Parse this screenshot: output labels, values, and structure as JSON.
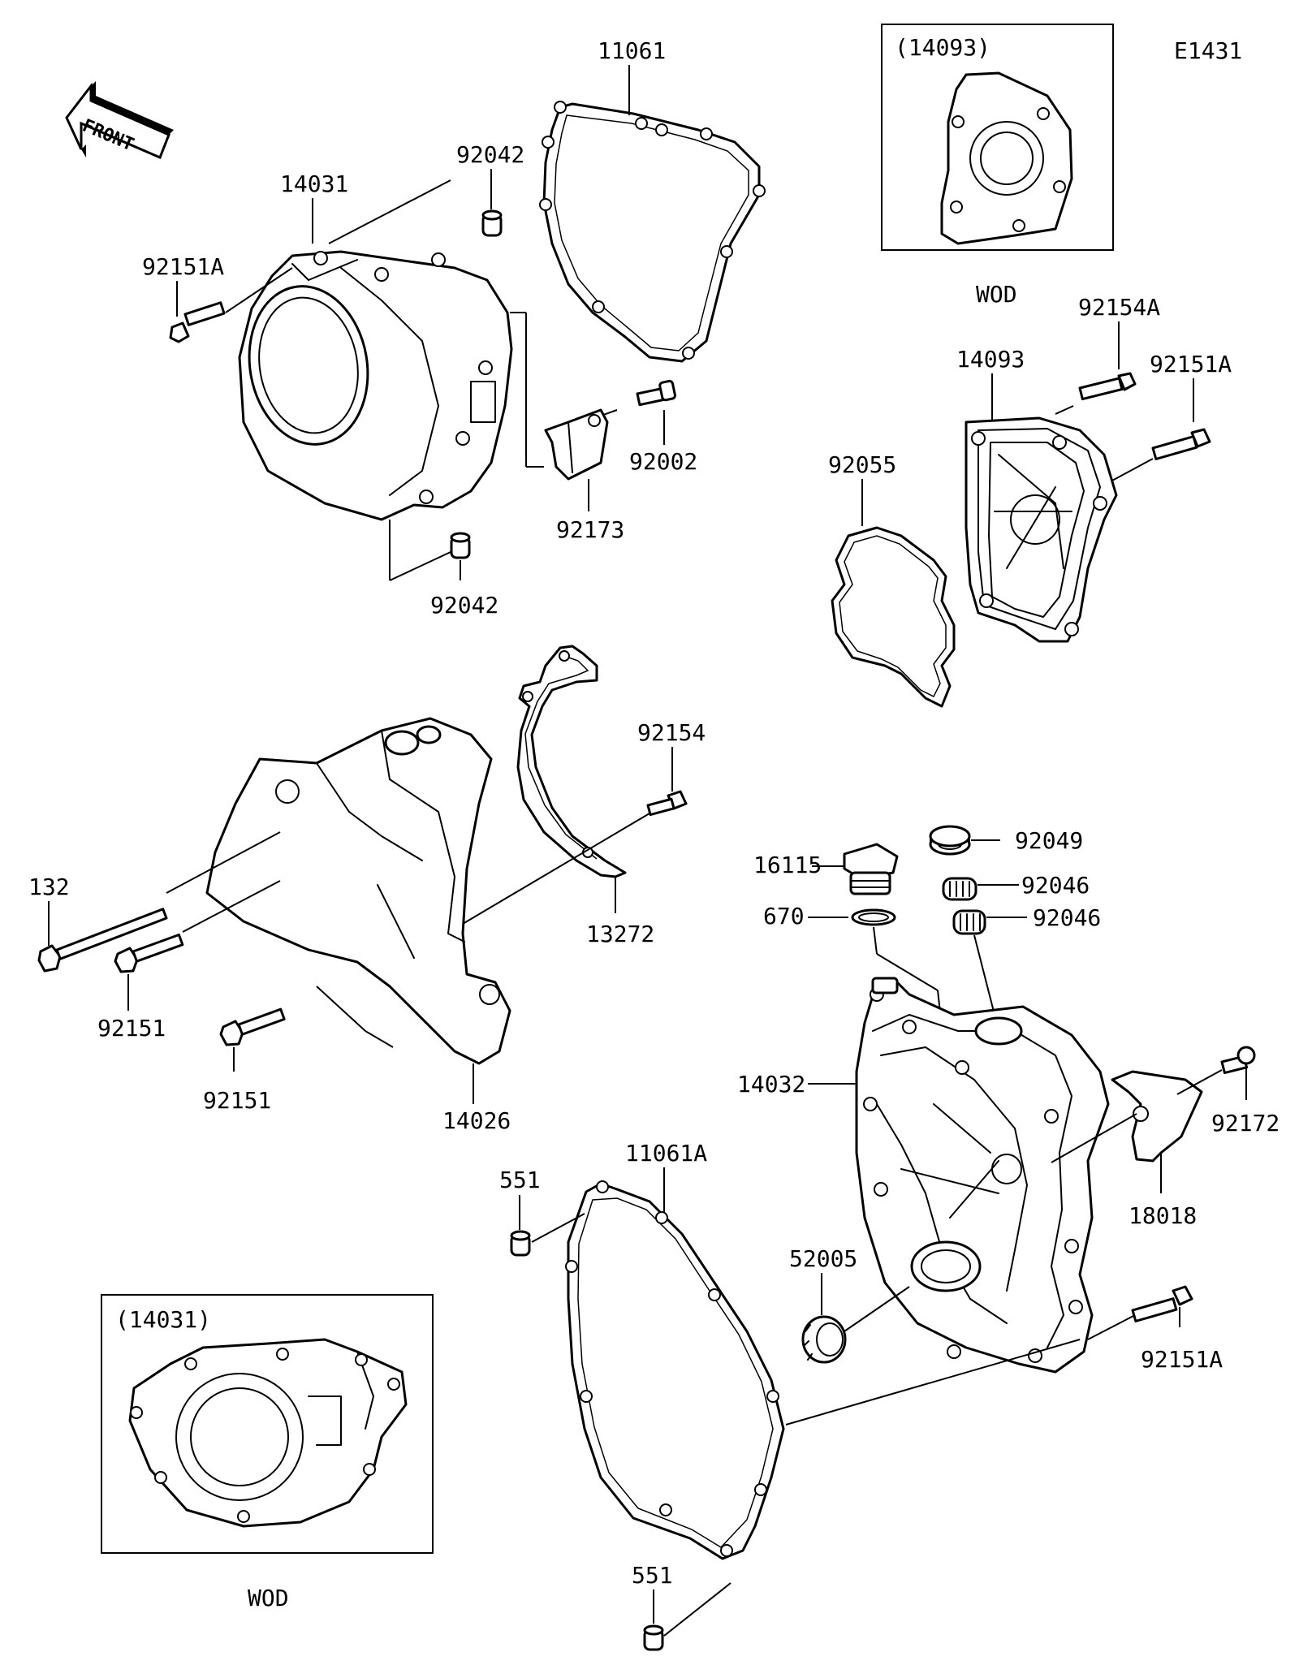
{
  "diagram": {
    "code": "E1431",
    "front_label": "FRONT",
    "labels": {
      "p11061": "11061",
      "p11061A": "11061A",
      "p14093_box": "(14093)",
      "p14093": "14093",
      "p14031": "14031",
      "p14031_box": "(14031)",
      "p92042_top": "92042",
      "p92042_bot": "92042",
      "p92151A_l": "92151A",
      "p92151A_r": "92151A",
      "p92151A_b": "92151A",
      "p92154A": "92154A",
      "p92002": "92002",
      "p92173": "92173",
      "p92055": "92055",
      "p92154": "92154",
      "p132": "132",
      "p13272": "13272",
      "p92151_a": "92151",
      "p92151_b": "92151",
      "p14026": "14026",
      "p16115": "16115",
      "p670": "670",
      "p92049": "92049",
      "p92046_a": "92046",
      "p92046_b": "92046",
      "p14032": "14032",
      "p92172": "92172",
      "p18018": "18018",
      "p551_a": "551",
      "p551_b": "551",
      "p52005": "52005",
      "wod_top": "WOD",
      "wod_bot": "WOD"
    }
  }
}
